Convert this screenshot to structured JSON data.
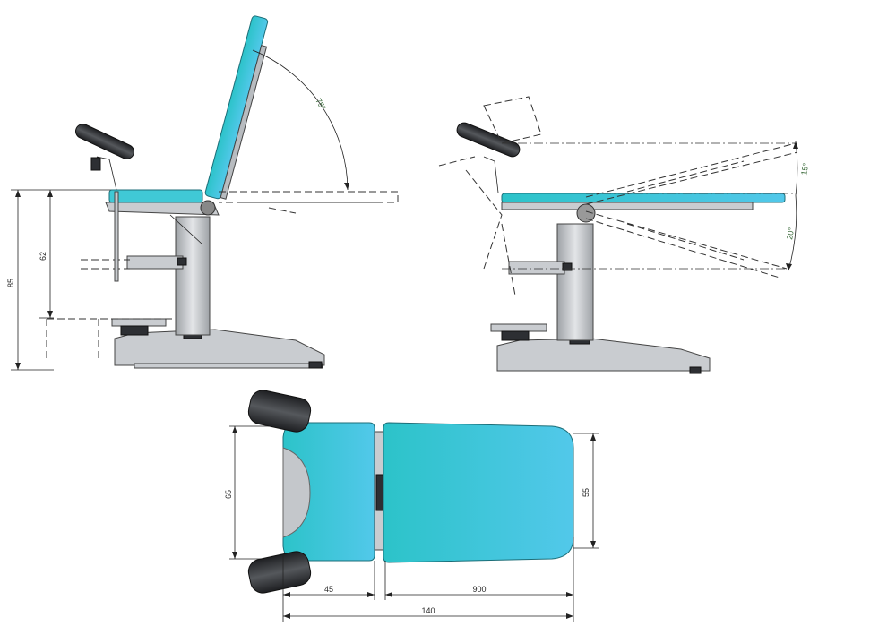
{
  "side_view": {
    "angle_backrest": "75°",
    "dim_height_total": "85",
    "dim_height_seat": "62"
  },
  "tilt_view": {
    "angle_up": "15°",
    "angle_down": "20°"
  },
  "top_view": {
    "dim_leg_width": "65",
    "dim_back_width": "55",
    "dim_seat_len": "45",
    "dim_back_len": "900",
    "dim_total_len": "140"
  },
  "colors": {
    "upholstery": "#40c9d6",
    "frame": "#c9ccd0",
    "padding": "#2d2f33"
  }
}
